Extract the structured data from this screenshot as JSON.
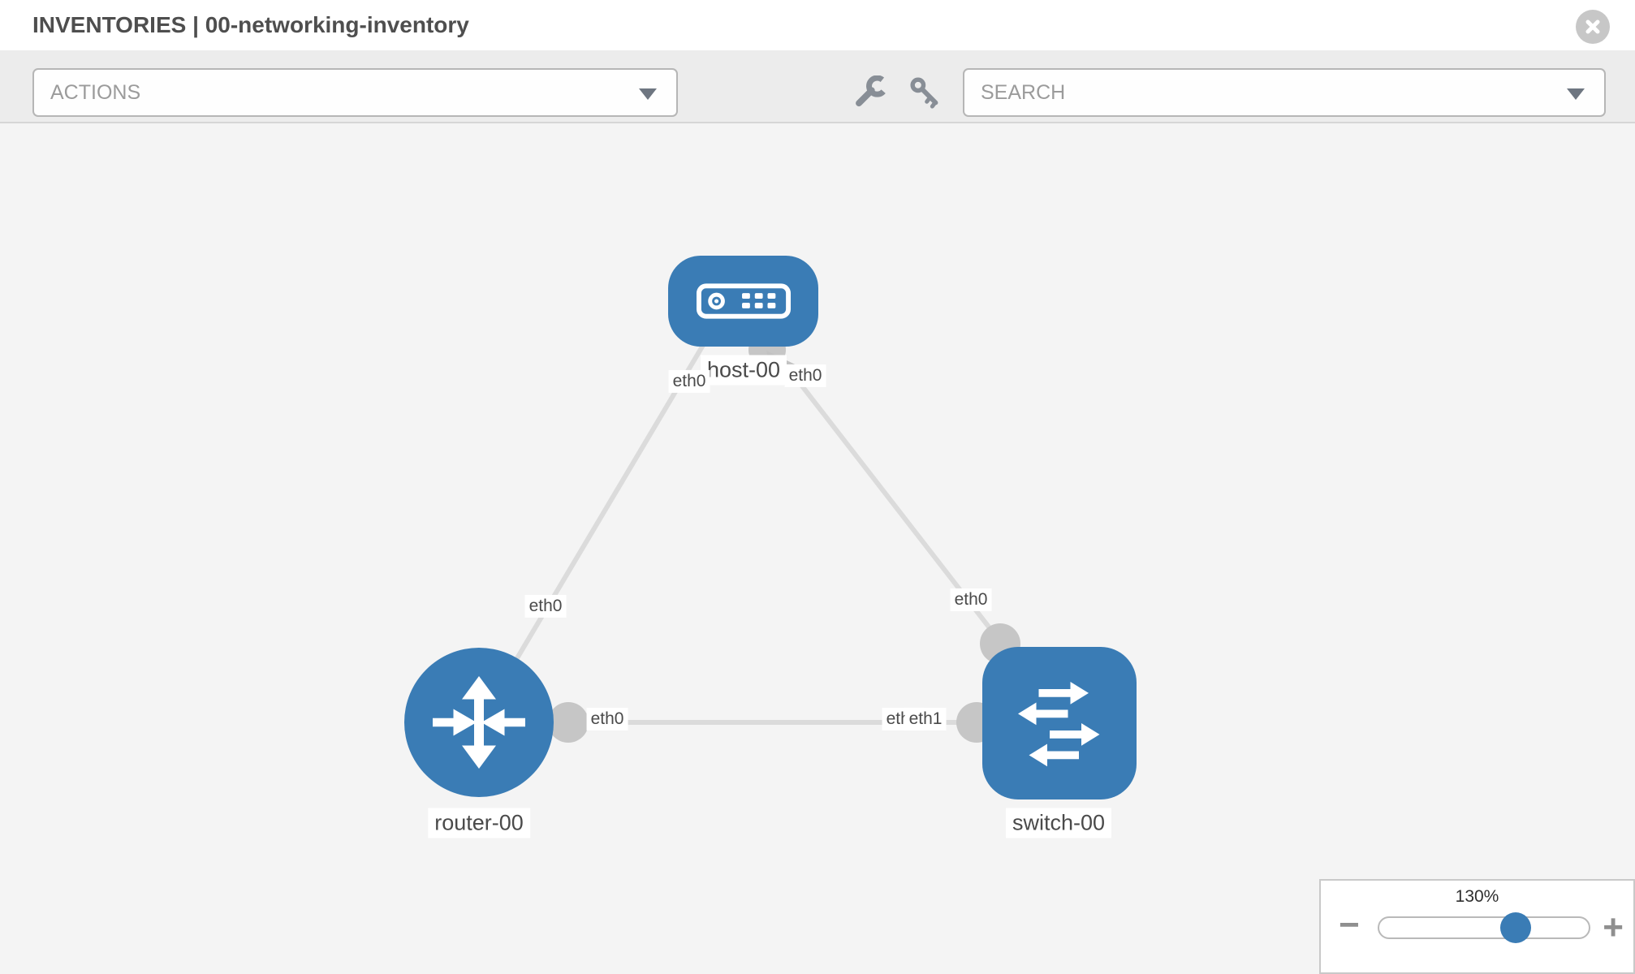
{
  "header": {
    "title": "INVENTORIES | 00-networking-inventory"
  },
  "toolbar": {
    "actions": {
      "label": "ACTIONS"
    },
    "search": {
      "label": "SEARCH"
    },
    "icons": [
      "wrench-icon",
      "key-icon"
    ]
  },
  "topology": {
    "nodes": [
      {
        "id": "host-00",
        "type": "host",
        "label": "host-00"
      },
      {
        "id": "router-00",
        "type": "router",
        "label": "router-00"
      },
      {
        "id": "switch-00",
        "type": "switch",
        "label": "switch-00"
      }
    ],
    "links": [
      {
        "from": "host-00",
        "to": "router-00",
        "from_interface": "eth0",
        "to_interface": "eth0"
      },
      {
        "from": "host-00",
        "to": "switch-00",
        "from_interface": "eth0",
        "to_interface": "eth0"
      },
      {
        "from": "router-00",
        "to": "switch-00",
        "from_interface": "eth0",
        "to_interface": "eth1"
      }
    ],
    "overlapping_labels": [
      "eth0",
      "eth1"
    ]
  },
  "zoom_control": {
    "level": "130%",
    "percent": 130,
    "minus": "−",
    "plus": "+"
  },
  "colors": {
    "node_blue": "#3a7cb5",
    "edge_gray": "#dbdbdb",
    "connector_gray": "#c6c6c6",
    "toolbar_bg": "#ececec",
    "canvas_bg": "#f4f4f4"
  }
}
